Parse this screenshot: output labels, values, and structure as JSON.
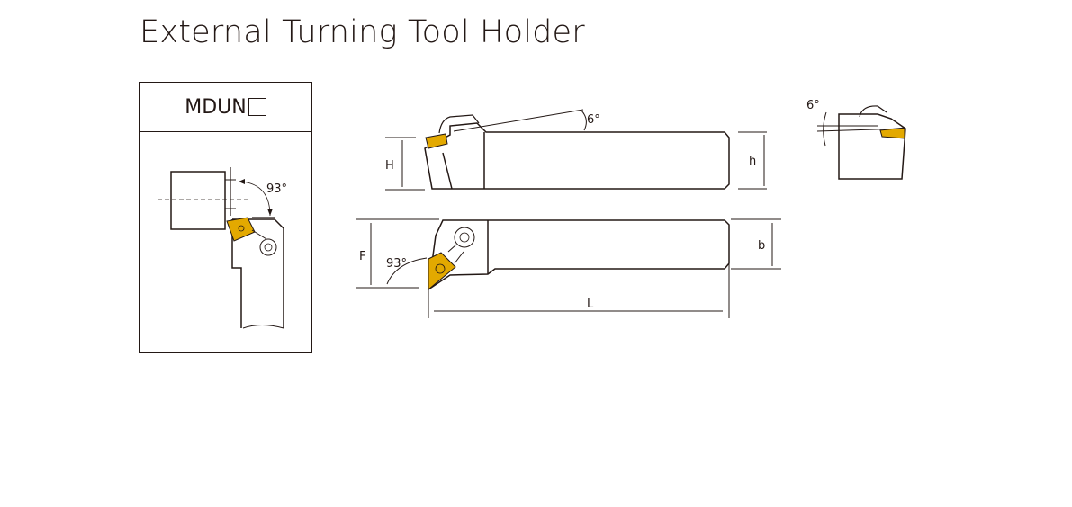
{
  "title": "External Turning Tool Holder",
  "model": {
    "code": "MDUN",
    "placeholder_symbol": "□"
  },
  "labels": {
    "angle_93_small": "93°",
    "angle_6_side": "6°",
    "angle_6_end": "6°",
    "H": "H",
    "h": "h",
    "F": "F",
    "angle_93_top": "93°",
    "b": "b",
    "L": "L"
  },
  "colors": {
    "insert": "#e3a900",
    "line": "#231815"
  }
}
